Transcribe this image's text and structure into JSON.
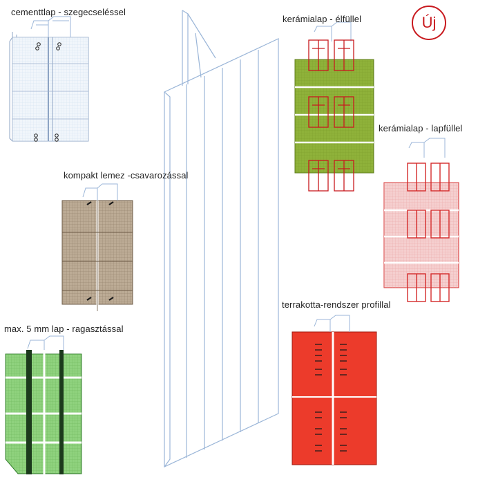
{
  "badge": {
    "text": "Új",
    "color": "#c8191e"
  },
  "panels": [
    {
      "id": "cement",
      "label": "cementtlap - szegecseléssel",
      "color": "#e6eef7",
      "stroke": "#8ea4c4"
    },
    {
      "id": "kompakt",
      "label": "kompakt lemez -csavarozással",
      "color": "#bcab95",
      "stroke": "#6b5a45"
    },
    {
      "id": "thin",
      "label": "max. 5 mm lap - ragasztással",
      "color": "#8fd27e",
      "stroke": "#2f7a2a"
    },
    {
      "id": "ceramic-edge",
      "label": "kerámialap - élfüllel",
      "color": "#8fb23a",
      "stroke": "#c8191e"
    },
    {
      "id": "ceramic-flat",
      "label": "kerámialap - lapfüllel",
      "color": "#f5cfcf",
      "stroke": "#d42a2a"
    },
    {
      "id": "terracotta",
      "label": "terrakotta-rendszer profillal",
      "color": "#ec3b2b",
      "stroke": "#9e1b12"
    }
  ],
  "center": {
    "name": "substructure-frame",
    "stroke": "#9bb6d8"
  }
}
